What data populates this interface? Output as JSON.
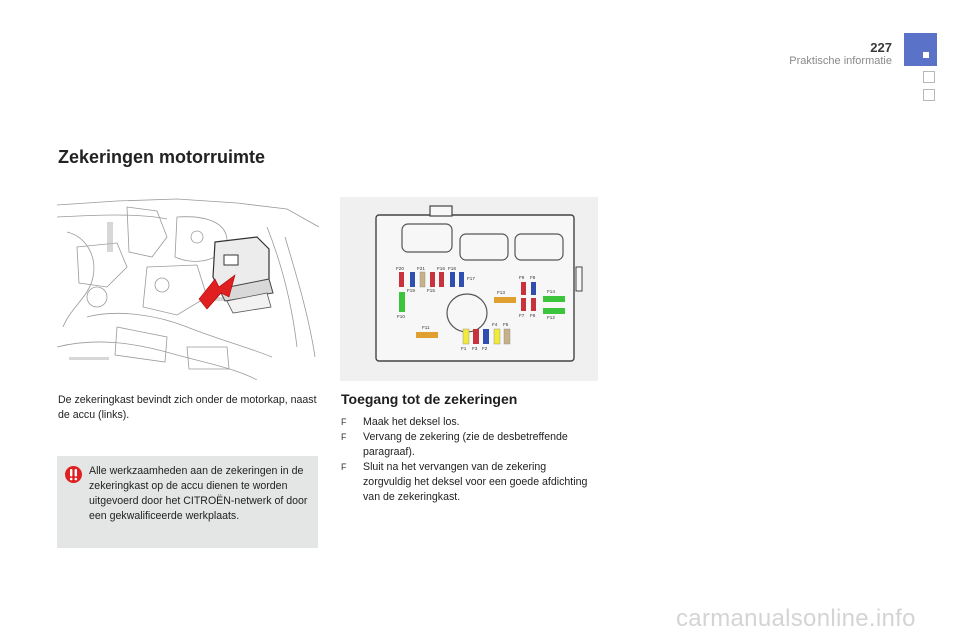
{
  "header": {
    "page_number": "227",
    "section": "Praktische informatie",
    "tab_color": "#5a72c8"
  },
  "title": "Zekeringen motorruimte",
  "intro": "De zekeringkast bevindt zich onder de motorkap, naast de accu (links).",
  "warning": {
    "icon": "exclamation-icon",
    "text": "Alle werkzaamheden aan de zekeringen in de zekeringkast op de accu dienen te worden uitgevoerd door het CITROËN-netwerk of door een gekwalificeerde werkplaats."
  },
  "access": {
    "title": "Toegang tot de zekeringen",
    "bullet_symbol": "F",
    "steps": [
      "Maak het deksel los.",
      "Vervang de zekering (zie de desbetreffende paragraaf).",
      "Sluit na het vervangen van de zekering zorgvuldig het deksel voor een goede afdichting van de zekeringkast."
    ]
  },
  "fuse_labels": {
    "f20": "F20",
    "f21": "F21",
    "f16": "F16",
    "f18": "F18",
    "f17": "F17",
    "f19": "F19",
    "f15": "F15",
    "f13": "F13",
    "f9": "F9",
    "f8": "F8",
    "f14": "F14",
    "f10": "F10",
    "f7": "F7",
    "f6": "F6",
    "f12": "F12",
    "f11": "F11",
    "f4": "F4",
    "f5": "F5",
    "f1": "F1",
    "f3": "F3",
    "f2": "F2"
  },
  "colors": {
    "fuse_red": "#c8323c",
    "fuse_blue": "#2f4fb0",
    "fuse_green": "#3cc43c",
    "fuse_orange": "#e0a030",
    "fuse_yellow": "#f2ea3a",
    "fuse_tan": "#c8b088",
    "warning_bg": "#e4e5e5",
    "arrow_red": "#e02020"
  },
  "watermark": "carmanualsonline.info"
}
